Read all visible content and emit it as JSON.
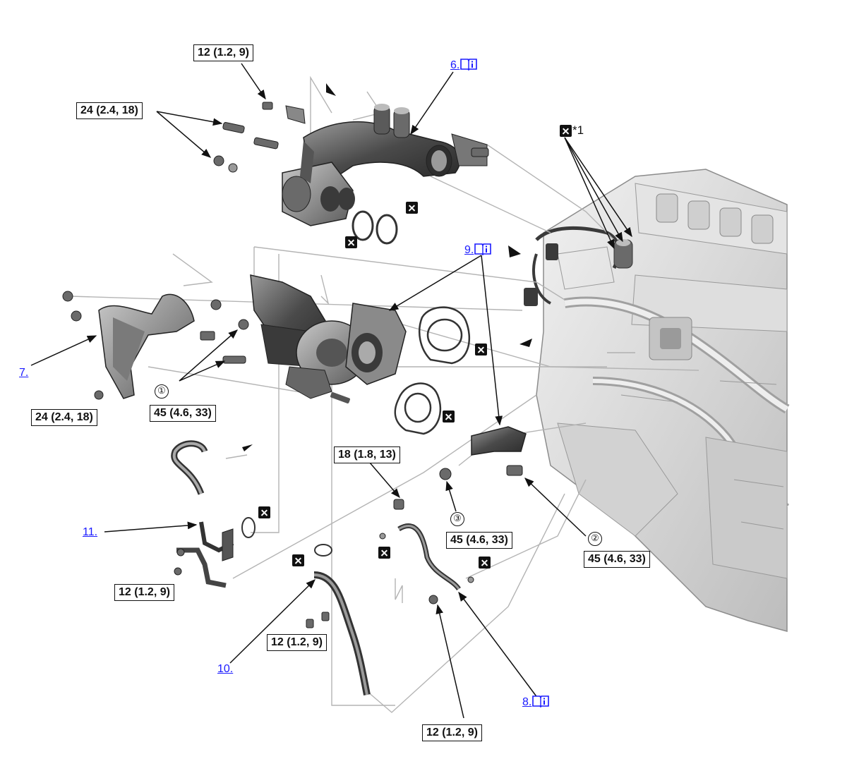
{
  "torque_labels": {
    "t_top": "12 (1.2, 9)",
    "t_upper_left": "24 (2.4, 18)",
    "t_bracket": "24 (2.4, 18)",
    "t_mount_1": "45 (4.6, 33)",
    "t_pipe_bolt": "18 (1.8, 13)",
    "t_mount_3": "45 (4.6, 33)",
    "t_mount_2": "45 (4.6, 33)",
    "t_oil_inlet": "12 (1.2, 9)",
    "t_oil_return": "12 (1.2, 9)",
    "t_bottom": "12 (1.2, 9)"
  },
  "references": {
    "r6": "6.",
    "r7": "7.",
    "r8": "8.",
    "r9": "9.",
    "r10": "10.",
    "r11": "11."
  },
  "markers": {
    "note_1": "*1",
    "circled_1": "①",
    "circled_2": "②",
    "circled_3": "③"
  },
  "icons": {
    "non_reusable": "x-square-icon",
    "repair_manual": "book-info-icon"
  },
  "colors": {
    "link": "#1a1aff",
    "line": "#111111",
    "leader_gray": "#b4b4b4",
    "part_dark": "#4a4a4a",
    "part_mid": "#8a8a8a",
    "engine_light": "#d9d9d9"
  }
}
